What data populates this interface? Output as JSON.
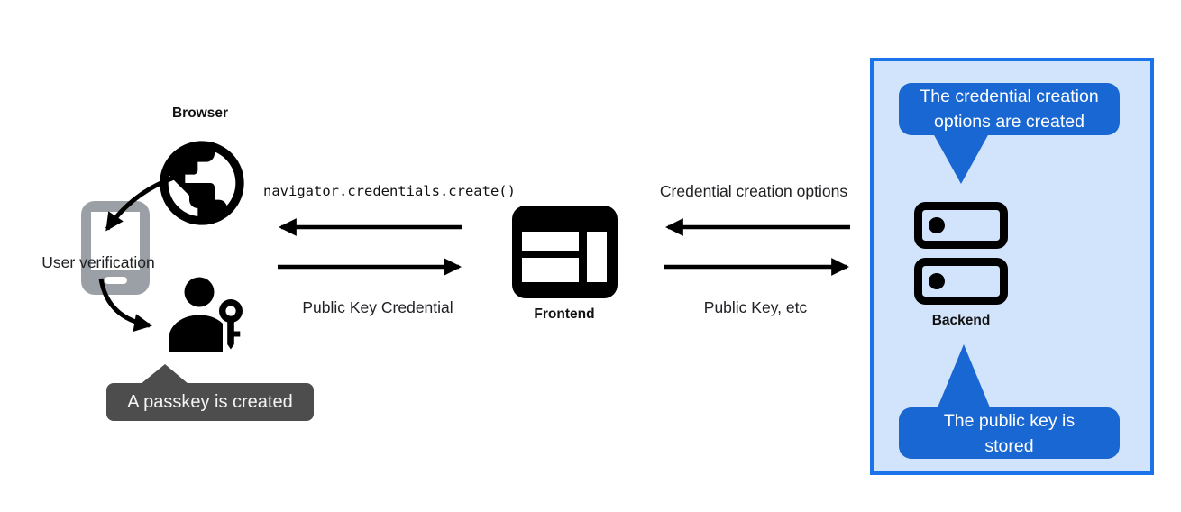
{
  "nodes": {
    "browser": {
      "label": "Browser",
      "icon": "globe-icon"
    },
    "user_verification": {
      "label": "User verification",
      "icon": "smartphone-icon"
    },
    "passkey_user": {
      "icon": "person-key-icon"
    },
    "frontend": {
      "label": "Frontend",
      "icon": "browser-window-icon"
    },
    "backend": {
      "label": "Backend",
      "icon": "server-stack-icon"
    }
  },
  "arrows": {
    "frontend_to_browser": {
      "label": "navigator.credentials.create()",
      "direction": "left"
    },
    "browser_to_frontend": {
      "label": "Public Key Credential",
      "direction": "right"
    },
    "backend_to_frontend": {
      "label": "Credential creation options",
      "direction": "left"
    },
    "frontend_to_backend": {
      "label": "Public Key, etc",
      "direction": "right"
    }
  },
  "tooltips": {
    "passkey_created": {
      "text": "A passkey is created"
    },
    "credential_options_created": {
      "text": "The credential creation options are created"
    },
    "public_key_stored": {
      "text": "The public key is stored"
    }
  },
  "colors": {
    "panel_fill": "#d2e3fc",
    "panel_border": "#1a73e8",
    "blue_tooltip": "#1967d2",
    "dark_tooltip": "#4d4d4d",
    "phone_gray": "#9aa0a6",
    "ink": "#000000"
  }
}
